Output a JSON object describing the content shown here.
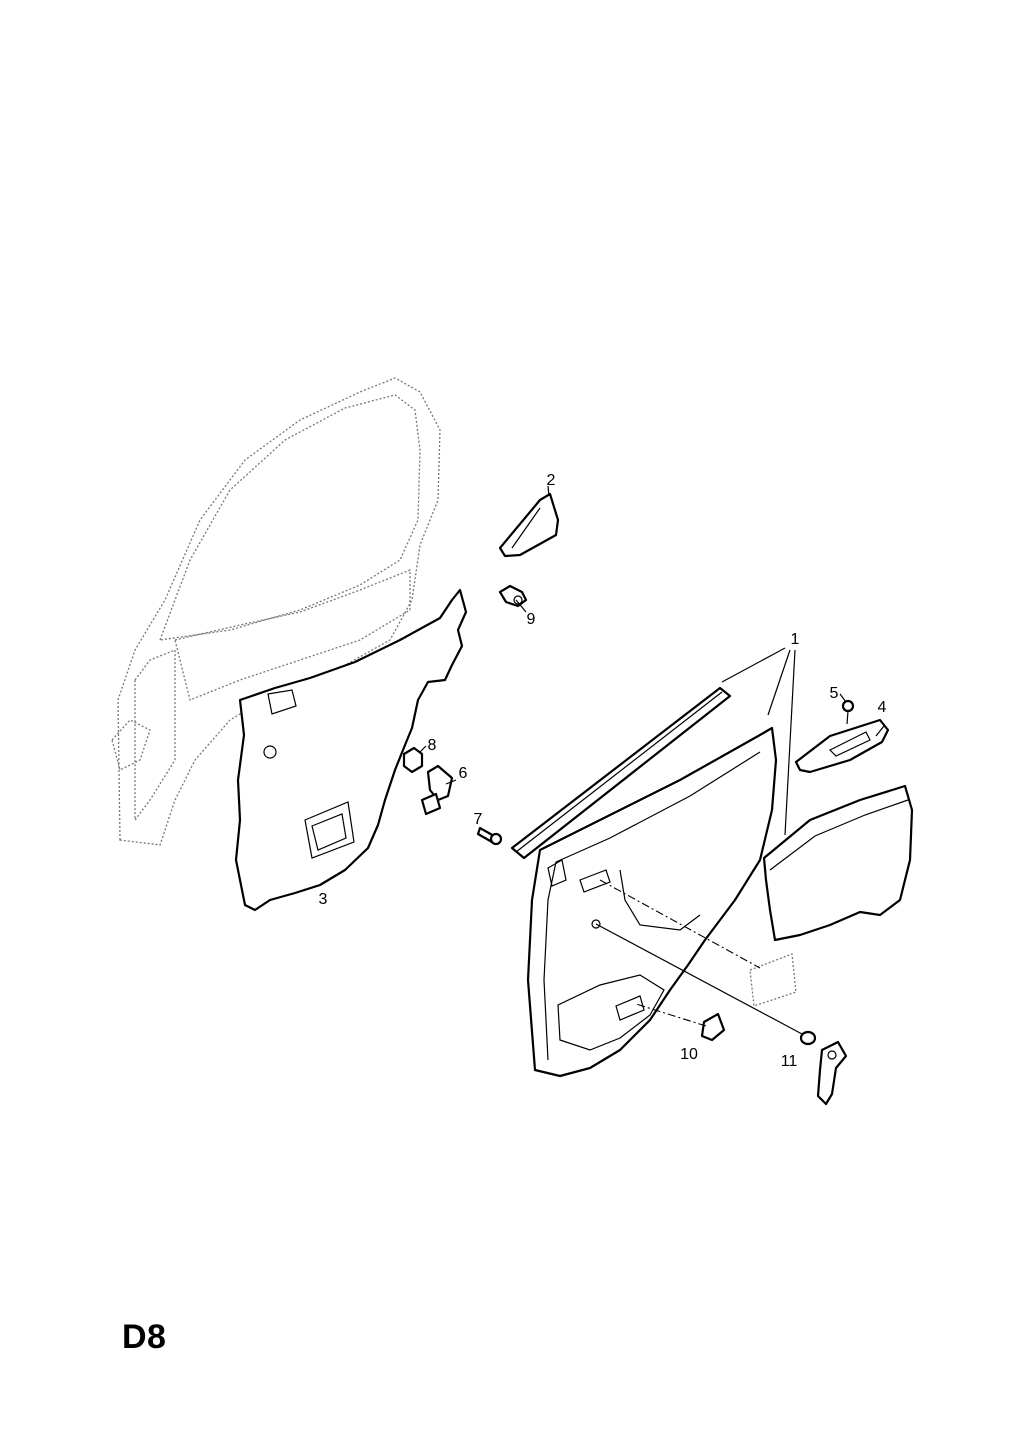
{
  "diagram": {
    "page_code": "D8",
    "callouts": {
      "c1": "1",
      "c2": "2",
      "c3": "3",
      "c4": "4",
      "c5": "5",
      "c6": "6",
      "c7": "7",
      "c8": "8",
      "c9": "9",
      "c10": "10",
      "c11": "11"
    }
  }
}
